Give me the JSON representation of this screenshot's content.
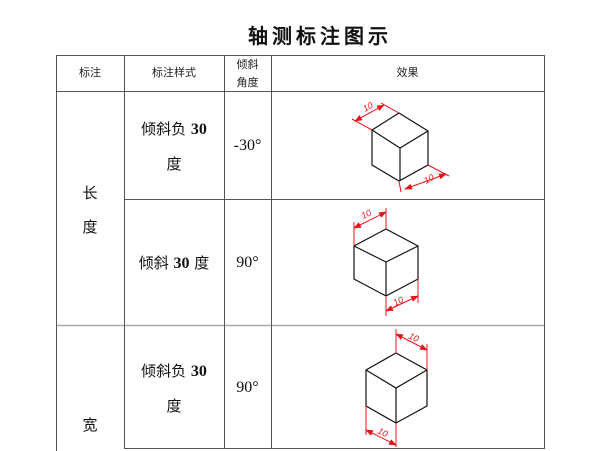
{
  "title": "轴测标注图示",
  "table": {
    "headers": {
      "label": "标注",
      "style": "标注样式",
      "angle_line1": "倾斜",
      "angle_line2": "角度",
      "effect": "效果"
    },
    "groups": [
      {
        "label_line1": "长",
        "label_line2": "度",
        "rows": [
          {
            "style_cn": "倾斜负",
            "style_num": "30",
            "style_suffix": "度",
            "angle": "-30°",
            "dim_value_top": "10",
            "dim_value_bottom": "10"
          },
          {
            "style_cn": "倾斜",
            "style_num": "30",
            "style_suffix": "度",
            "angle": "90°",
            "dim_value_top": "10",
            "dim_value_bottom": "10"
          }
        ]
      },
      {
        "label_line1": "宽",
        "rows": [
          {
            "style_cn": "倾斜负",
            "style_num": "30",
            "style_suffix": "度",
            "angle": "90°",
            "dim_value_top": "10",
            "dim_value_bottom": "10"
          }
        ]
      }
    ]
  },
  "colors": {
    "dimension": "#e8141b",
    "lines": "#111111",
    "grid": "#555555"
  }
}
